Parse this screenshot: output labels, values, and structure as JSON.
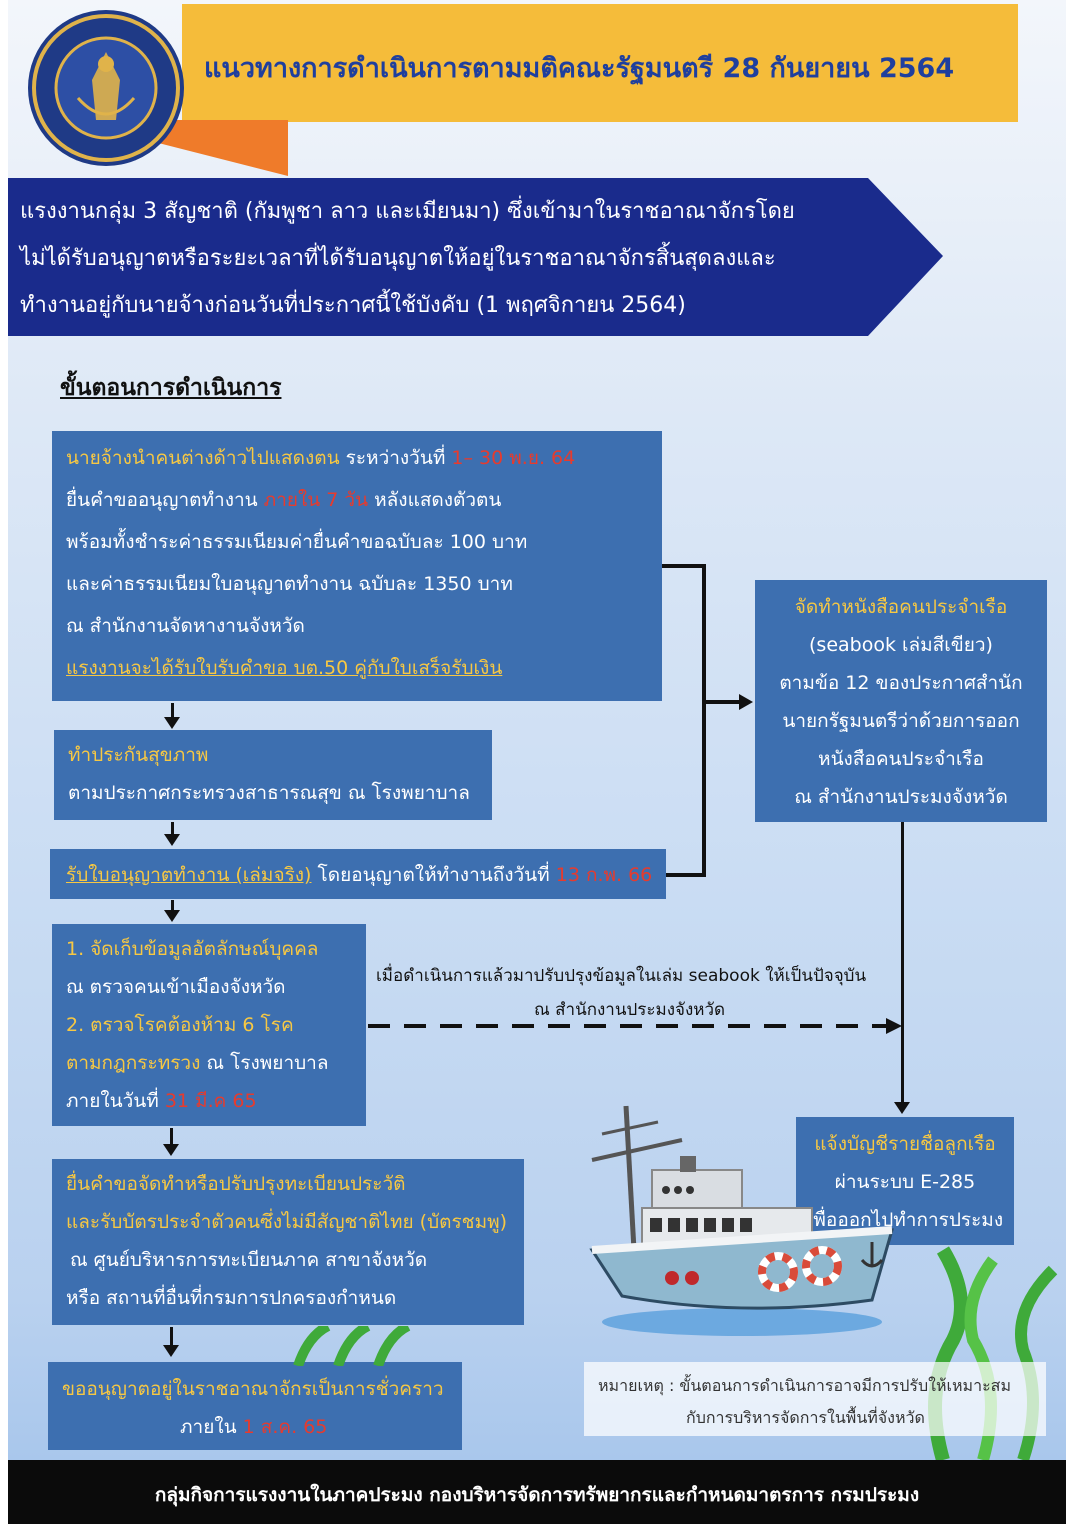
{
  "header": {
    "title": "แนวทางการดำเนินการตามมติคณะรัฐมนตรี 28 กันยายน 2564",
    "logo_icon": "department-of-fisheries-seal-icon",
    "colors": {
      "title_band": "#f5bc3a",
      "title_text": "#1f3f9e",
      "accent_orange": "#ef7b2a"
    }
  },
  "banner": {
    "lines": [
      "แรงงานกลุ่ม 3 สัญชาติ (กัมพูชา ลาว และเมียนมา) ซึ่งเข้ามาในราชอาณาจักรโดย",
      "ไม่ได้รับอนุญาตหรือระยะเวลาที่ได้รับอนุญาตให้อยู่ในราชอาณาจักรสิ้นสุดลงและ",
      "ทำงานอยู่กับนายจ้างก่อนวันที่ประกาศนี้ใช้บังคับ (1 พฤศจิกายน 2564)"
    ],
    "color": "#1a2b8c"
  },
  "section_title": "ขั้นตอนการดำเนินการ",
  "steps": {
    "step1": {
      "l1a": "นายจ้างนำคนต่างด้าวไปแสดงตน",
      "l1b": " ระหว่างวันที่ ",
      "l1c": "1– 30 พ.ย. 64",
      "l2a": "ยื่นคำขออนุญาตทำงาน ",
      "l2b": "ภายใน 7 วัน",
      "l2c": " หลังแสดงตัวตน",
      "l3": "พร้อมทั้งชำระค่าธรรมเนียมค่ายื่นคำขอฉบับละ 100 บาท",
      "l4": "และค่าธรรมเนียมใบอนุญาตทำงาน ฉบับละ 1350 บาท",
      "l5": "ณ สำนักงานจัดหางานจังหวัด",
      "l6": "แรงงานจะได้รับใบรับคำขอ บต.50 คู่กับใบเสร็จรับเงิน"
    },
    "step2": {
      "l1": "ทำประกันสุขภาพ",
      "l2": "ตามประกาศกระทรวงสาธารณสุข ณ โรงพยาบาล"
    },
    "step3": {
      "a": "รับใบอนุญาตทำงาน (เล่มจริง)",
      "b": " โดยอนุญาตให้ทำงานถึงวันที่ ",
      "c": "13 ก.พ. 66"
    },
    "step4": {
      "l1": "1. จัดเก็บข้อมูลอัตลักษณ์บุคคล",
      "l2": "ณ ตรวจคนเข้าเมืองจังหวัด",
      "l3": "2. ตรวจโรคต้องห้าม 6 โรค",
      "l4a": "ตามกฎกระทรวง",
      "l4b": " ณ โรงพยาบาล",
      "l5a": "ภายในวันที่ ",
      "l5b": "31 มี.ค 65"
    },
    "step5": {
      "l1": "ยื่นคำขอจัดทำหรือปรับปรุงทะเบียนประวัติ",
      "l2": "และรับบัตรประจำตัวคนซึ่งไม่มีสัญชาติไทย (บัตรชมพู)",
      "l3": "ณ  ศูนย์บริหารการทะเบียนภาค สาขาจังหวัด",
      "l4": "หรือ สถานที่อื่นที่กรมการปกครองกำหนด"
    },
    "step6": {
      "l1": "ขออนุญาตอยู่ในราชอาณาจักรเป็นการชั่วคราว",
      "l2a": "ภายใน ",
      "l2b": "1 ส.ค. 65"
    }
  },
  "seabook": {
    "l1": "จัดทำหนังสือคนประจำเรือ",
    "l2": "(seabook เล่มสีเขียว)",
    "l3": "ตามข้อ 12 ของประกาศสำนัก",
    "l4": "นายกรัฐมนตรีว่าด้วยการออก",
    "l5": "หนังสือคนประจำเรือ",
    "l6": "ณ สำนักงานประมงจังหวัด"
  },
  "crew": {
    "l1": "แจ้งบัญชีรายชื่อลูกเรือ",
    "l2": "ผ่านระบบ E-285",
    "l3": "เพื่อออกไปทำการประมง"
  },
  "dashed_note": {
    "l1": "เมื่อดำเนินการแล้วมาปรับปรุงข้อมูลในเล่ม seabook ให้เป็นปัจจุบัน",
    "l2": "ณ สำนักงานประมงจังหวัด"
  },
  "remark": {
    "l1": "หมายเหตุ : ขั้นตอนการดำเนินการอาจมีการปรับให้เหมาะสม",
    "l2": "กับการบริหารจัดการในพื้นที่จังหวัด"
  },
  "footer": "กลุ่มกิจการแรงงานในภาคประมง กองบริหารจัดการทรัพยากรและกำหนดมาตรการ กรมประมง",
  "illustration": {
    "boat_icon": "fishing-boat-icon",
    "seaweed_icon": "seaweed-icon"
  },
  "colors": {
    "box": "#3d6fb0",
    "highlight_yellow": "#f7c843",
    "highlight_red": "#e63b2e"
  }
}
